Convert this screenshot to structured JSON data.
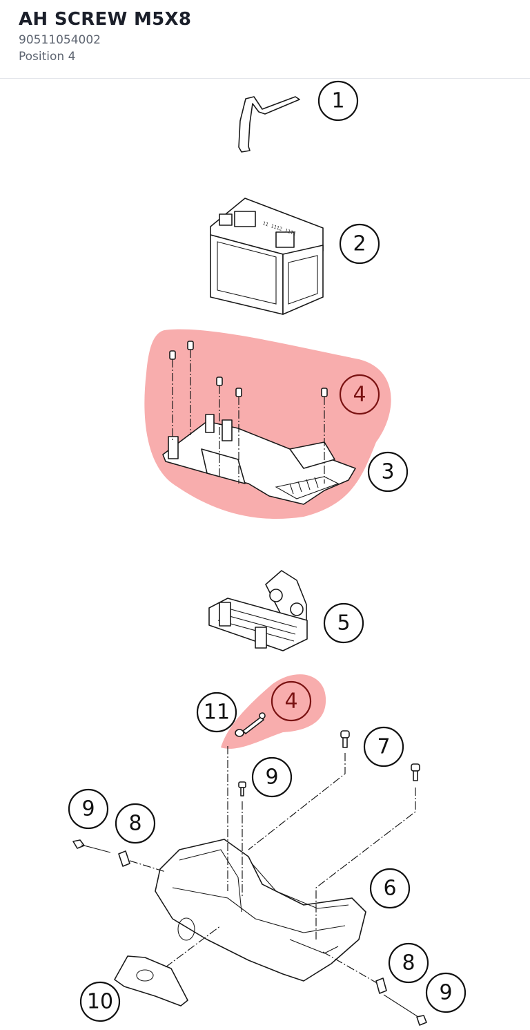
{
  "header": {
    "title": "AH SCREW M5X8",
    "part_number": "90511054002",
    "position": "Position 4"
  },
  "colors": {
    "highlight": "#f58e8e",
    "highlight_label": "#7a1212",
    "line": "#1a1a1a",
    "title": "#1b1f2a",
    "subtitle": "#5f6672"
  },
  "callouts": [
    {
      "id": "c1",
      "label": "1"
    },
    {
      "id": "c2",
      "label": "2"
    },
    {
      "id": "c4a",
      "label": "4",
      "highlighted": true
    },
    {
      "id": "c3",
      "label": "3"
    },
    {
      "id": "c5",
      "label": "5"
    },
    {
      "id": "c4b",
      "label": "4",
      "highlighted": true
    },
    {
      "id": "c11",
      "label": "11"
    },
    {
      "id": "c7",
      "label": "7"
    },
    {
      "id": "c9a",
      "label": "9"
    },
    {
      "id": "c9b",
      "label": "9"
    },
    {
      "id": "c8a",
      "label": "8"
    },
    {
      "id": "c6",
      "label": "6"
    },
    {
      "id": "c8b",
      "label": "8"
    },
    {
      "id": "c9c",
      "label": "9"
    },
    {
      "id": "c10",
      "label": "10"
    }
  ]
}
